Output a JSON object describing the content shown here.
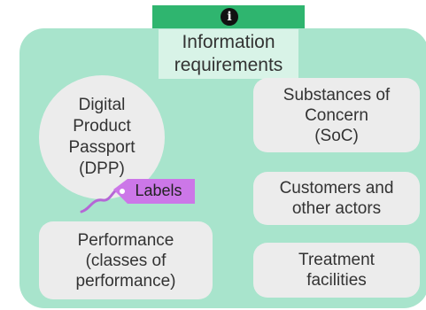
{
  "header": {
    "info_icon": "i",
    "title": "Information requirements"
  },
  "nodes": {
    "dpp": "Digital Product Passport (DPP)",
    "labels": "Labels",
    "performance": "Performance (classes of performance)",
    "soc": "Substances of Concern (SoC)",
    "customers": "Customers and other actors",
    "treatment": "Treatment facilities"
  },
  "colors": {
    "panel": "#a8e4cc",
    "header_bar": "#2fb56f",
    "title_box": "#d8f3e7",
    "node_box": "#ececec",
    "labels_tag": "#cc77e8"
  }
}
